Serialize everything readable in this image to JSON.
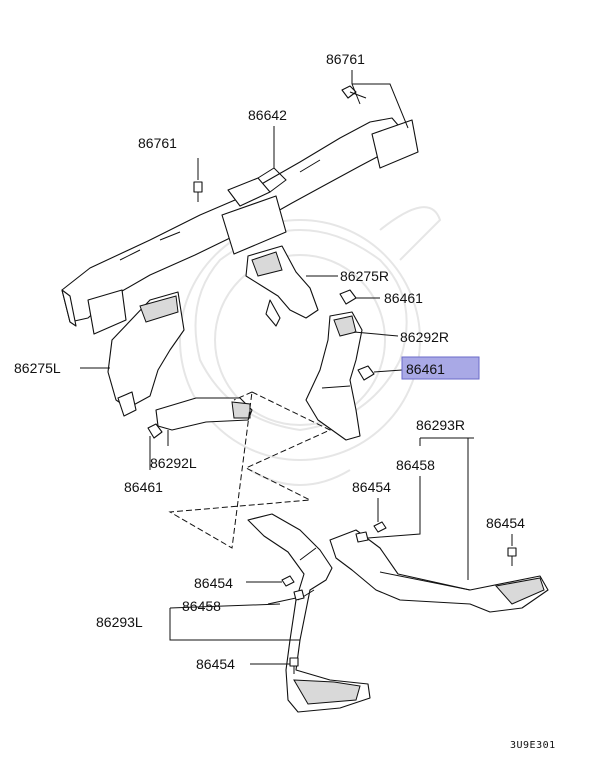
{
  "diagram": {
    "labels": {
      "bolt_top": "86761",
      "duct_top": "86642",
      "bolt_left": "86761",
      "duct_r": "86275R",
      "clip_r": "86461",
      "duct_r2": "86292R",
      "clip_highlight": "86461",
      "duct_l": "86275L",
      "duct_l2": "86292L",
      "clip_l": "86461",
      "rear_r": "86293R",
      "clip_458_r": "86458",
      "screw_454_a": "86454",
      "screw_454_b": "86454",
      "screw_454_c": "86454",
      "clip_458_l": "86458",
      "rear_l": "86293L",
      "screw_454_d": "86454"
    },
    "highlight_color": "#a9a9e6",
    "figure_code": "3U9E301"
  }
}
